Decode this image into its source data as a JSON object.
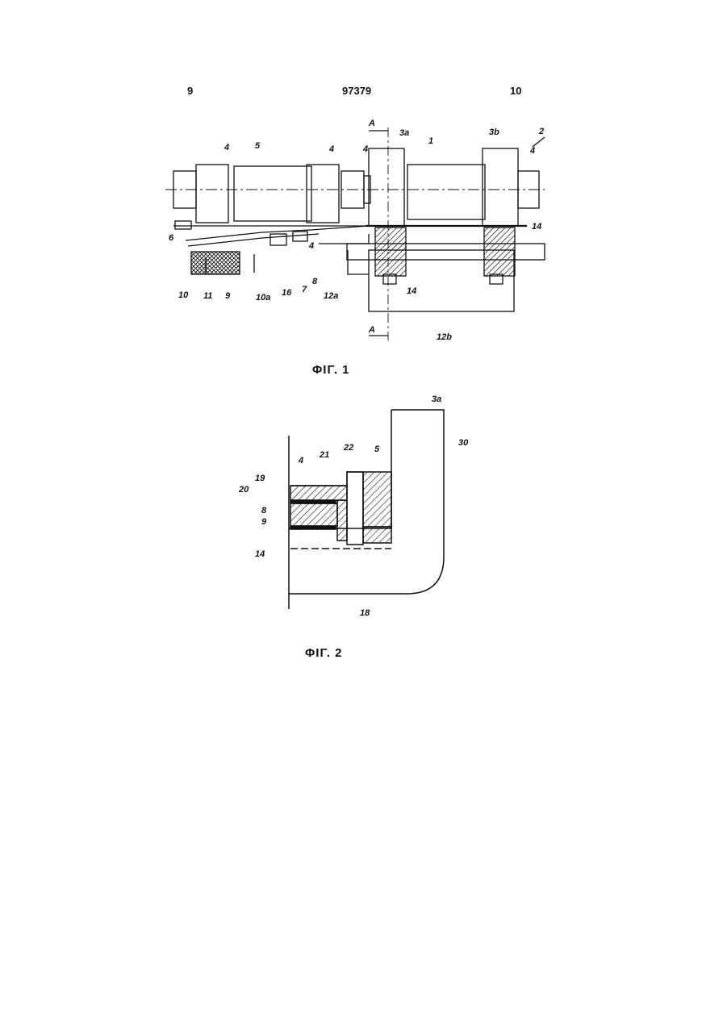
{
  "header": {
    "page_left": "9",
    "doc_number": "97379",
    "page_right": "10"
  },
  "figure1": {
    "caption": "ΦΙΓ. 1",
    "labels": [
      "4",
      "5",
      "4",
      "4",
      "3a",
      "1",
      "3b",
      "2",
      "4",
      "6",
      "14",
      "A",
      "A",
      "10",
      "11",
      "9",
      "10a",
      "16",
      "4",
      "7",
      "8",
      "12a",
      "14",
      "12b"
    ]
  },
  "figure2": {
    "caption": "ΦΙΓ. 2",
    "labels": [
      "3a",
      "4",
      "21",
      "22",
      "5",
      "30",
      "19",
      "20",
      "8",
      "9",
      "14",
      "18"
    ]
  }
}
